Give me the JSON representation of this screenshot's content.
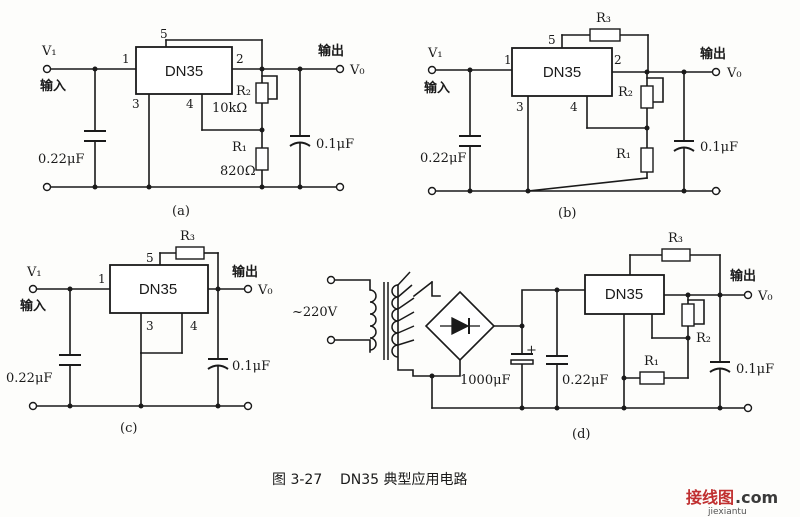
{
  "common": {
    "chip": "DN35",
    "vin": "V₁",
    "in": "输入",
    "out": "输出",
    "vo": "V₀",
    "cin": "0.22μF",
    "cout": "0.1μF",
    "r1": "R₁",
    "r2": "R₂",
    "r3": "R₃"
  },
  "a": {
    "caption": "(a)",
    "r2_value": "10kΩ",
    "r1_value": "820Ω",
    "pins": [
      "1",
      "2",
      "3",
      "4",
      "5"
    ]
  },
  "b": {
    "caption": "(b)",
    "pins": [
      "1",
      "2",
      "3",
      "4",
      "5"
    ]
  },
  "c": {
    "caption": "(c)",
    "pins": [
      "1",
      "3",
      "4",
      "5"
    ]
  },
  "d": {
    "caption": "(d)",
    "ac": "~220V",
    "c_big": "1000μF",
    "plus": "+"
  },
  "figure_caption": "图 3-27    DN35 典型应用电路",
  "watermark": {
    "brand": "接线图",
    "dot_com": ".com",
    "url": "jiexiantu"
  }
}
